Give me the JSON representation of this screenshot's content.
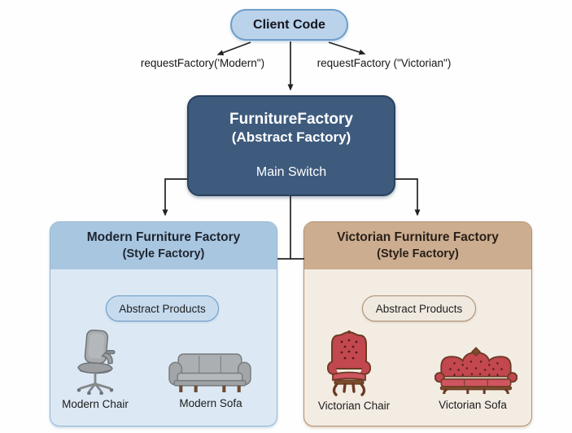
{
  "diagram": {
    "client": {
      "label": "Client Code"
    },
    "calls": [
      {
        "label": "requestFactory('Modern\")"
      },
      {
        "label": "requestFactory (\"Victorian\")"
      }
    ],
    "abstract_factory": {
      "title": "FurnitureFactory",
      "subtitle": "(Abstract Factory)",
      "note": "Main Switch"
    },
    "factories": [
      {
        "id": "modern",
        "title": "Modern Furniture Factory",
        "subtitle": "(Style Factory)",
        "pill_label": "Abstract Products",
        "products": [
          {
            "label": "Modern Chair",
            "icon": "modern-chair-icon"
          },
          {
            "label": "Modern Sofa",
            "icon": "modern-sofa-icon"
          }
        ]
      },
      {
        "id": "victorian",
        "title": "Victorian Furniture Factory",
        "subtitle": "(Style Factory)",
        "pill_label": "Abstract Products",
        "products": [
          {
            "label": "Victorian Chair",
            "icon": "victorian-chair-icon"
          },
          {
            "label": "Victorian Sofa",
            "icon": "victorian-sofa-icon"
          }
        ]
      }
    ],
    "colors": {
      "client_fill": "#bad3ea",
      "client_border": "#6e9dc9",
      "abstract_fill": "#3e5b7d",
      "abstract_border": "#28425d",
      "abstract_text": "#ffffff",
      "modern_header": "#a9c6e0",
      "modern_body": "#dce9f4",
      "modern_border": "#93b6d4",
      "victorian_header": "#ccad90",
      "victorian_body": "#f3ece3",
      "victorian_border": "#b2906f",
      "modern_pill_fill": "#c6dbee",
      "victorian_pill_fill": "#f0e9df",
      "connector": "#222222",
      "modern_furniture_gray": "#a8acaf",
      "victorian_furniture_red": "#c2474e",
      "victorian_wood": "#6e4126"
    }
  }
}
